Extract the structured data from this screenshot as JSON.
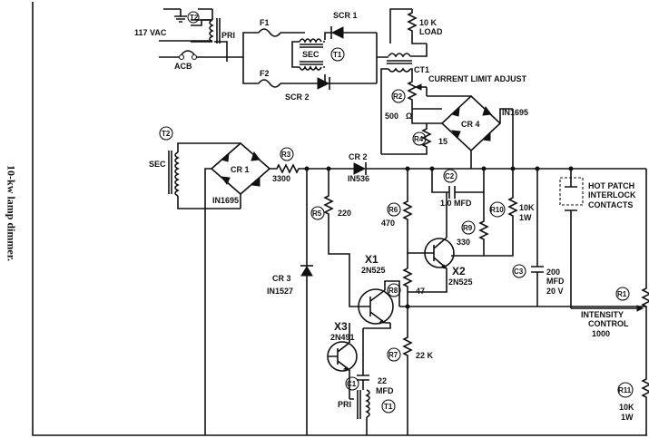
{
  "caption": "10-kw lamp dimmer.",
  "labels": {
    "t2_top": "T2",
    "vac": "117 VAC",
    "pri_top": "PRI",
    "acb": "ACB",
    "f1": "F1",
    "f2": "F2",
    "scr1": "SCR 1",
    "scr2": "SCR 2",
    "sec_top": "SEC",
    "t1_top": "T1",
    "load_val": "10 K",
    "load": "LOAD",
    "ct1": "CT1",
    "current_limit": "CURRENT LIMIT ADJUST",
    "r2": "R2",
    "r2_val": "500",
    "cr4": "CR 4",
    "cr4_type": "IN1695",
    "r4": "R4",
    "r4_val": "15",
    "t2_left": "T2",
    "sec_left": "SEC",
    "cr1": "CR 1",
    "cr1_type": "IN1695",
    "r3": "R3",
    "r3_val": "3300",
    "cr2": "CR 2",
    "cr2_type": "IN536",
    "c2": "C2",
    "c2_val": "1.0 MFD",
    "r5": "R5",
    "r5_val": "220",
    "r6": "R6",
    "r6_val": "470",
    "r10": "R10",
    "r10_val_a": "10K",
    "r10_val_b": "1W",
    "r9": "R9",
    "r9_val": "330",
    "hot_patch_a": "HOT PATCH",
    "hot_patch_b": "INTERLOCK",
    "hot_patch_c": "CONTACTS",
    "x1": "X1",
    "x1_type": "2N525",
    "x2": "X2",
    "x2_type": "2N525",
    "c3": "C3",
    "c3_val_a": "200",
    "c3_val_b": "MFD",
    "c3_val_c": "20 V",
    "cr3": "CR 3",
    "cr3_type": "IN1527",
    "r8": "R8",
    "r8_val": "47",
    "r1": "R1",
    "intensity_a": "INTENSITY",
    "intensity_b": "CONTROL",
    "intensity_val": "1000",
    "x3": "X3",
    "x3_type": "2N491",
    "r7": "R7",
    "r7_val": "22 K",
    "c1": "C1",
    "c1_val_a": "22",
    "c1_val_b": "MFD",
    "pri_bottom": "PRI",
    "t1_bottom": "T1",
    "r11": "R11",
    "r11_val_a": "10K",
    "r11_val_b": "1W",
    "ohm": "Ω"
  },
  "icons": [
    "resistor-icon",
    "diode-icon",
    "scr-icon",
    "transformer-icon",
    "capacitor-icon",
    "transistor-icon",
    "fuse-icon",
    "breaker-icon",
    "ground-icon"
  ]
}
